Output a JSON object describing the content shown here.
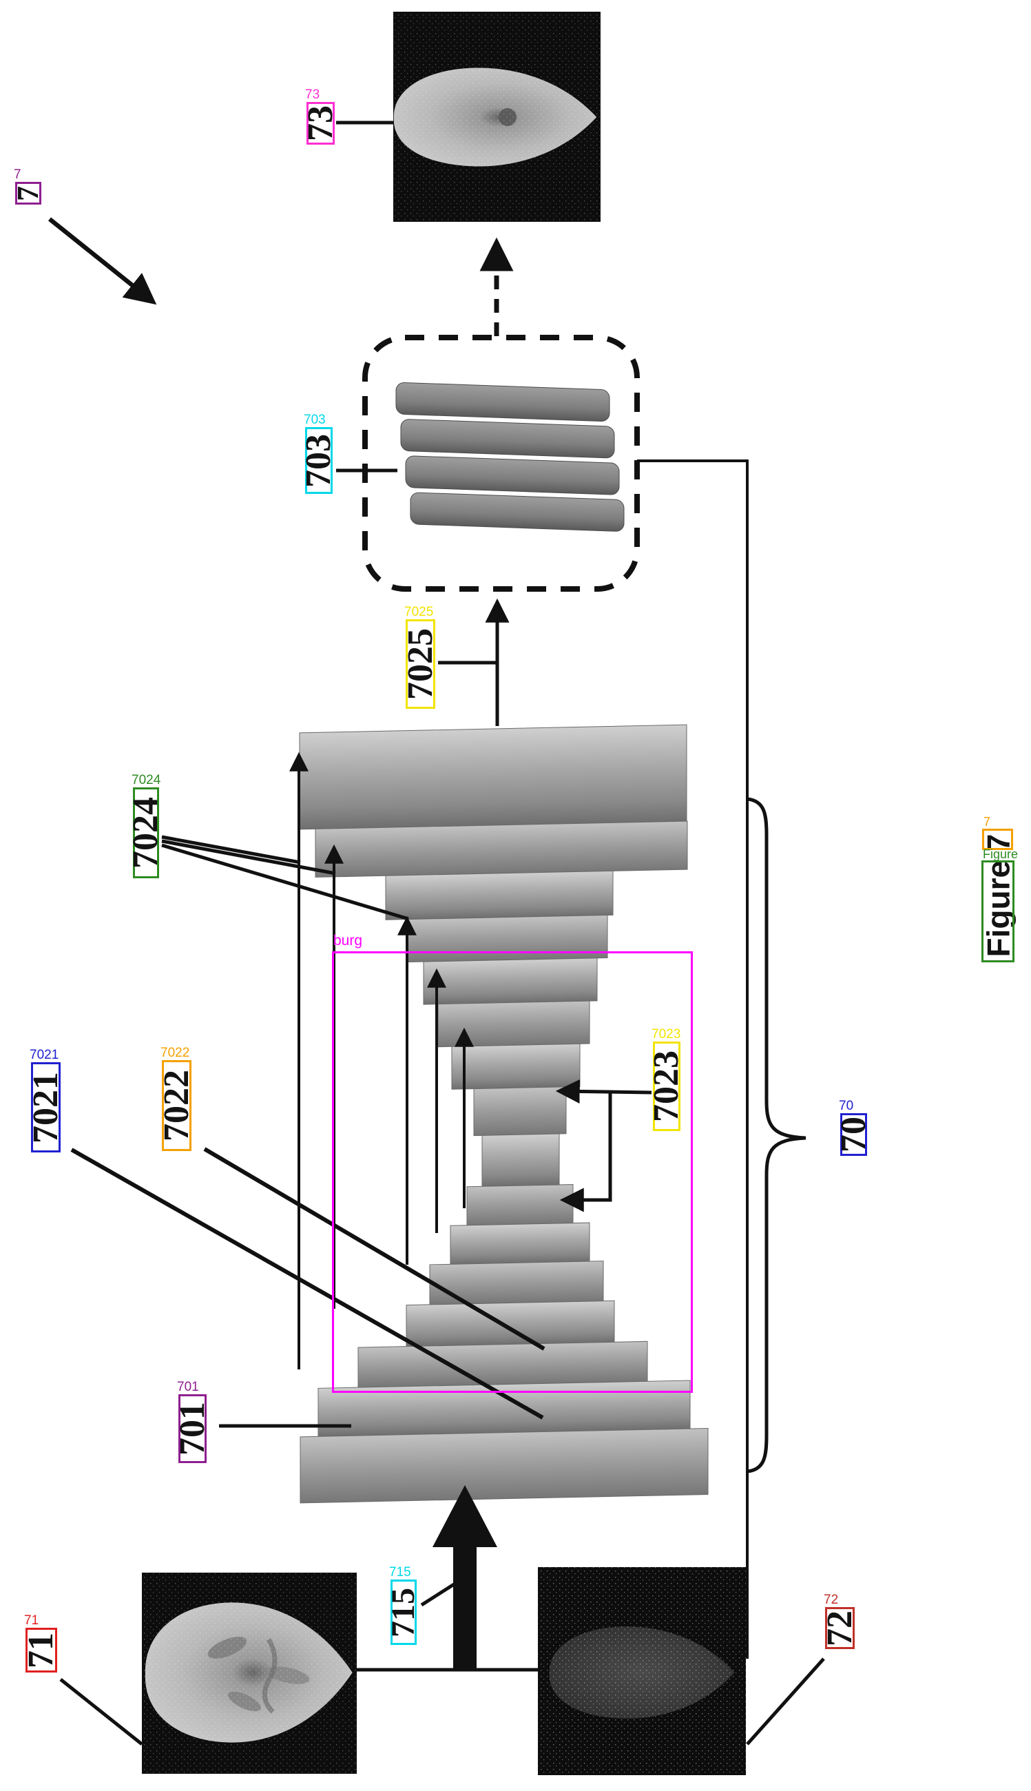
{
  "figure": {
    "caption_text": "Figure 7",
    "caption_number_tag": "7",
    "caption_word_tag": "Figure",
    "caption_number_color": "#F5A000",
    "caption_word_color": "#2E8B22"
  },
  "region": {
    "tag": "burg",
    "color": "#FF00FF"
  },
  "colors": {
    "background": "#FFFFFF",
    "line": "#111111",
    "structure_gray": "#A8A8A8",
    "image_background": "#0D0D0D"
  },
  "annotations": [
    {
      "ref": "7",
      "tag": "7",
      "color": "#8F1F8F"
    },
    {
      "ref": "73",
      "tag": "73",
      "color": "#FF2FD0"
    },
    {
      "ref": "703",
      "tag": "703",
      "color": "#00D8E8"
    },
    {
      "ref": "7025",
      "tag": "7025",
      "color": "#F2E400"
    },
    {
      "ref": "7024",
      "tag": "7024",
      "color": "#2E8B22"
    },
    {
      "ref": "7021",
      "tag": "7021",
      "color": "#2020D0"
    },
    {
      "ref": "7022",
      "tag": "7022",
      "color": "#F5A000"
    },
    {
      "ref": "7023",
      "tag": "7023",
      "color": "#F2E400"
    },
    {
      "ref": "70",
      "tag": "70",
      "color": "#2020D0"
    },
    {
      "ref": "701",
      "tag": "701",
      "color": "#8F1F8F"
    },
    {
      "ref": "715",
      "tag": "715",
      "color": "#00D8E8"
    },
    {
      "ref": "71",
      "tag": "71",
      "color": "#E02020"
    },
    {
      "ref": "72",
      "tag": "72",
      "color": "#C03028"
    }
  ]
}
